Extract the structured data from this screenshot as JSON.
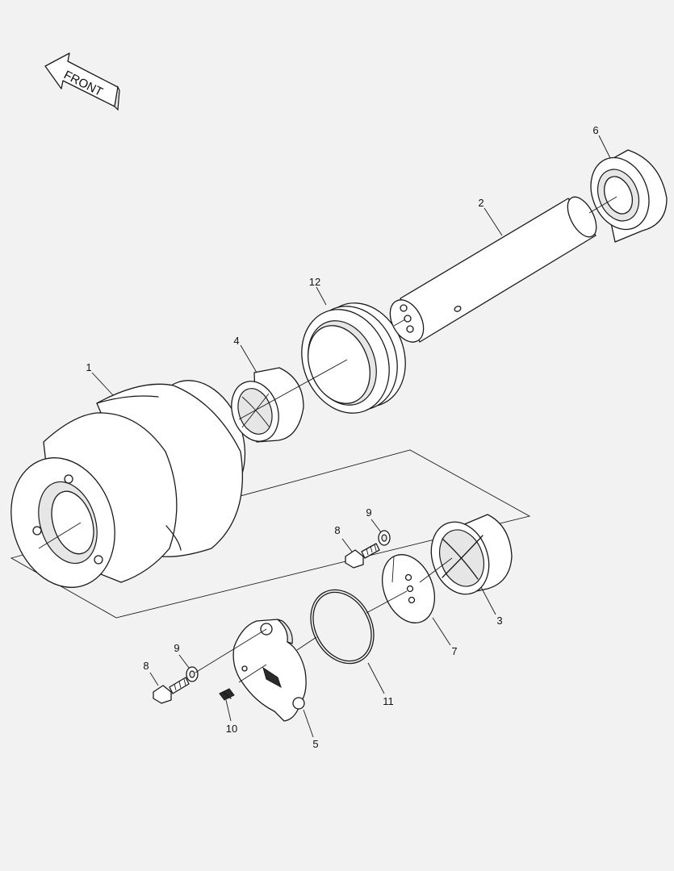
{
  "front_label": "FRONT",
  "callouts": [
    {
      "id": "1",
      "label": "1"
    },
    {
      "id": "2",
      "label": "2"
    },
    {
      "id": "3",
      "label": "3"
    },
    {
      "id": "4",
      "label": "4"
    },
    {
      "id": "5",
      "label": "5"
    },
    {
      "id": "6",
      "label": "6"
    },
    {
      "id": "7",
      "label": "7"
    },
    {
      "id": "8a",
      "label": "8"
    },
    {
      "id": "8b",
      "label": "8"
    },
    {
      "id": "9a",
      "label": "9"
    },
    {
      "id": "9b",
      "label": "9"
    },
    {
      "id": "10",
      "label": "10"
    },
    {
      "id": "11",
      "label": "11"
    },
    {
      "id": "12",
      "label": "12"
    }
  ]
}
